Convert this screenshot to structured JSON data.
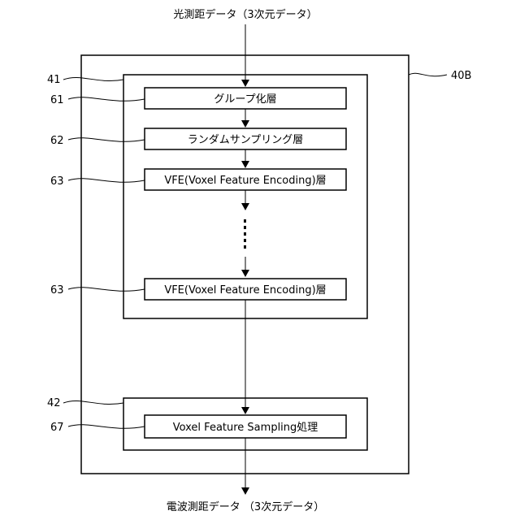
{
  "input_label": "光測距データ（3次元データ）",
  "output_label": "電波測距データ （3次元データ）",
  "outer_ref": "40B",
  "group1_ref": "41",
  "group2_ref": "42",
  "layers": [
    {
      "ref": "61",
      "label": "グループ化層"
    },
    {
      "ref": "62",
      "label": "ランダムサンプリング層"
    },
    {
      "ref": "63",
      "label": "VFE(Voxel Feature Encoding)層"
    },
    {
      "ref": "63",
      "label": "VFE(Voxel Feature Encoding)層"
    }
  ],
  "sampling": {
    "ref": "67",
    "label": "Voxel Feature Sampling処理"
  }
}
